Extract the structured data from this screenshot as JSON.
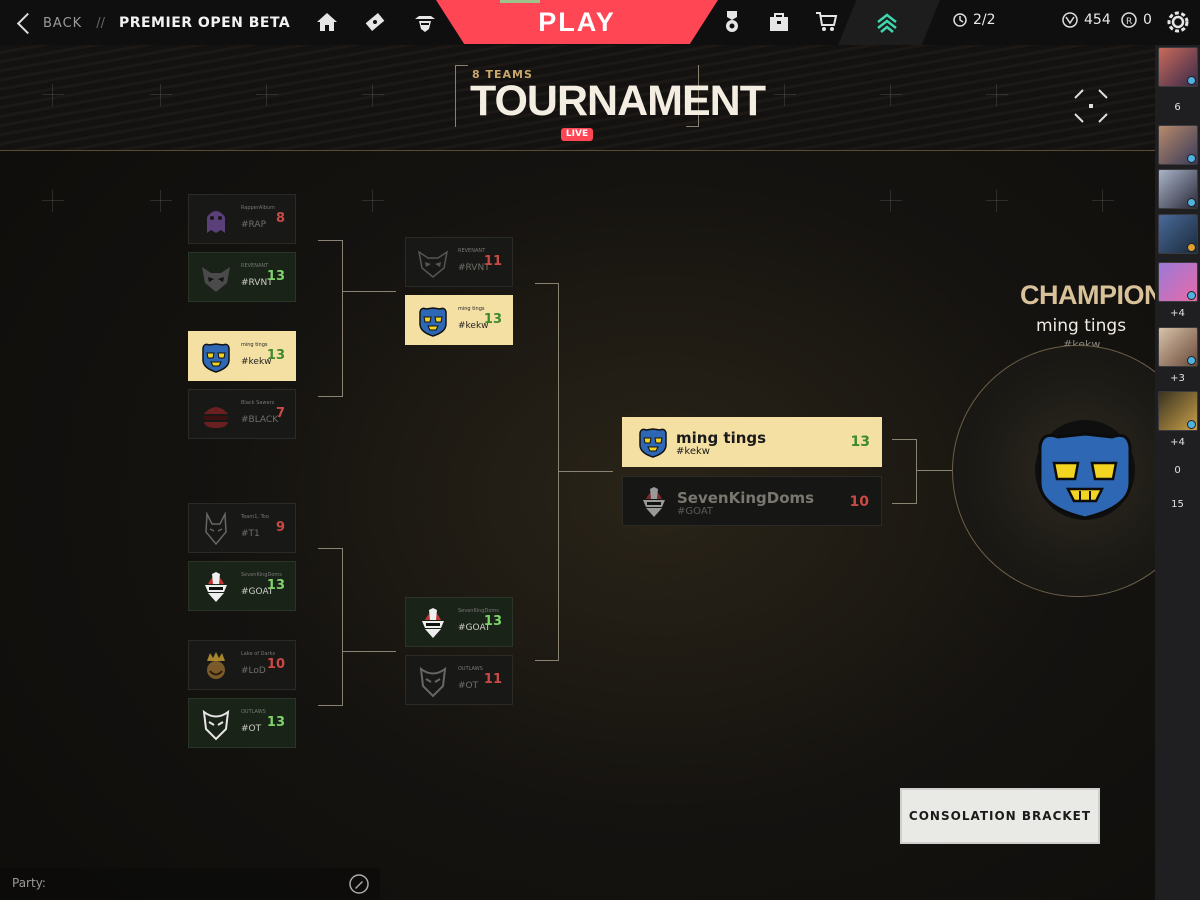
{
  "topbar": {
    "back_label": "BACK",
    "separator": "//",
    "breadcrumb": "PREMIER OPEN BETA",
    "play_label": "PLAY",
    "queue_count": "2/2",
    "vp": "454",
    "rp": "0",
    "icons": [
      "home-icon",
      "ticket-icon",
      "agent-hat-icon",
      "medal-icon",
      "locker-icon",
      "store-icon",
      "battlepass-chevron-icon",
      "clock-icon",
      "vp-icon",
      "radianite-icon",
      "gear-icon"
    ]
  },
  "header": {
    "team_count": "8 TEAMS",
    "title": "TOURNAMENT",
    "live": "LIVE"
  },
  "bracket": {
    "r1": [
      {
        "name": "RapperAlbum",
        "tag": "#RAP",
        "score": "8",
        "result": "loss"
      },
      {
        "name": "REVENANT",
        "tag": "#RVNT",
        "score": "13",
        "result": "win"
      },
      {
        "name": "ming tings",
        "tag": "#kekw",
        "score": "13",
        "result": "win"
      },
      {
        "name": "Black Sawers",
        "tag": "#BLACK",
        "score": "7",
        "result": "loss"
      },
      {
        "name": "Team1, Too",
        "tag": "#T1",
        "score": "9",
        "result": "loss"
      },
      {
        "name": "SevenKingDoms",
        "tag": "#GOAT",
        "score": "13",
        "result": "win"
      },
      {
        "name": "Lake of Darks",
        "tag": "#LoD",
        "score": "10",
        "result": "loss"
      },
      {
        "name": "OUTLAWS",
        "tag": "#OT",
        "score": "13",
        "result": "win"
      }
    ],
    "r2": [
      {
        "name": "REVENANT",
        "tag": "#RVNT",
        "score": "11",
        "result": "loss"
      },
      {
        "name": "ming tings",
        "tag": "#kekw",
        "score": "13",
        "result": "win"
      },
      {
        "name": "SevenKingDoms",
        "tag": "#GOAT",
        "score": "13",
        "result": "win"
      },
      {
        "name": "OUTLAWS",
        "tag": "#OT",
        "score": "11",
        "result": "loss"
      }
    ],
    "final": [
      {
        "name": "ming tings",
        "tag": "#kekw",
        "score": "13",
        "result": "win"
      },
      {
        "name": "SevenKingDoms",
        "tag": "#GOAT",
        "score": "10",
        "result": "loss"
      }
    ]
  },
  "champions": {
    "title": "CHAMPIONS",
    "name": "ming tings",
    "tag": "#kekw"
  },
  "consolation_label": "CONSOLATION BRACKET",
  "social": {
    "counts": [
      "6",
      "+4",
      "+3",
      "+4",
      "0",
      "15"
    ]
  },
  "party_label": "Party:",
  "colors": {
    "accent": "#ff4655",
    "selected": "#f5e0a4",
    "win": "#7fd36a",
    "loss": "#c94a45"
  }
}
